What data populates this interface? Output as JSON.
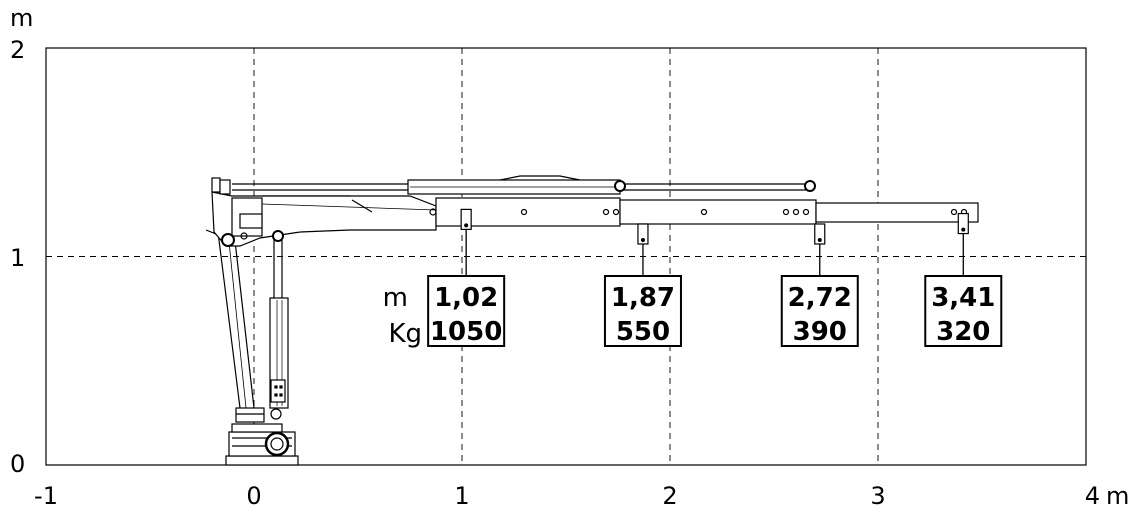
{
  "axes": {
    "y_unit": "m",
    "x_unit": "m",
    "x_ticks": [
      "-1",
      "0",
      "1",
      "2",
      "3",
      "4"
    ],
    "y_ticks": [
      "0",
      "1",
      "2"
    ],
    "xlim": [
      -1,
      4
    ],
    "ylim": [
      0,
      2
    ],
    "grid": "dashed"
  },
  "row_labels": {
    "reach": "m",
    "load": "Kg"
  },
  "load_points": [
    {
      "reach": "1,02",
      "load": "1050",
      "x": 1.02,
      "hook_y": 1.13
    },
    {
      "reach": "1,87",
      "load": "550",
      "x": 1.87,
      "hook_y": 1.06
    },
    {
      "reach": "2,72",
      "load": "390",
      "x": 2.72,
      "hook_y": 1.06
    },
    {
      "reach": "3,41",
      "load": "320",
      "x": 3.41,
      "hook_y": 1.11
    }
  ],
  "colors": {
    "line": "#000000",
    "background": "#ffffff"
  }
}
